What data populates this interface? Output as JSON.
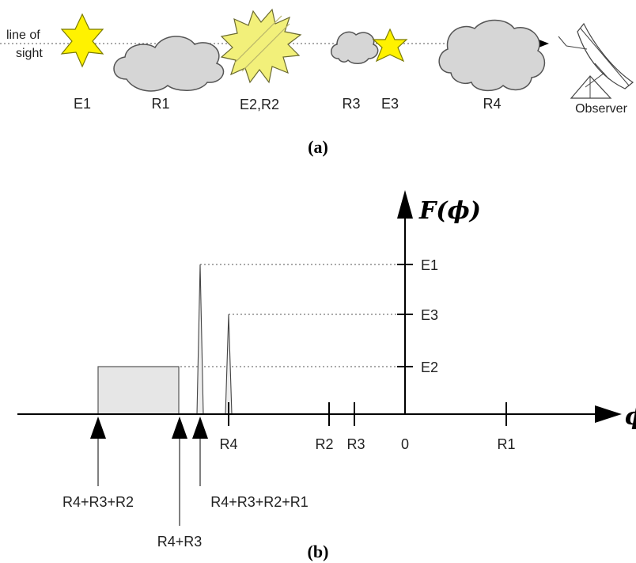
{
  "panel_a": {
    "line_of_sight_label_1": "line of",
    "line_of_sight_label_2": "sight",
    "objects": [
      {
        "label": "E1",
        "kind": "emitter",
        "icon": "star-icon"
      },
      {
        "label": "R1",
        "kind": "rotator",
        "icon": "cloud-icon"
      },
      {
        "label": "E2,R2",
        "kind": "emitter-rotator",
        "icon": "burst-icon"
      },
      {
        "label": "R3",
        "kind": "rotator",
        "icon": "cloud-icon"
      },
      {
        "label": "E3",
        "kind": "emitter",
        "icon": "star-icon"
      },
      {
        "label": "R4",
        "kind": "rotator",
        "icon": "cloud-icon"
      },
      {
        "label": "Observer",
        "kind": "observer",
        "icon": "radio-telescope-icon"
      }
    ],
    "caption": "(a)"
  },
  "panel_b": {
    "y_axis_title": "F(ϕ)",
    "x_axis_title": "ϕ",
    "y_ticks": [
      "E1",
      "E3",
      "E2"
    ],
    "x_ticks": [
      "R4",
      "R2",
      "R3",
      "0",
      "R1"
    ],
    "arrow_labels": [
      "R4+R3+R2",
      "R4+R3",
      "R4+R3+R2+R1"
    ],
    "caption": "(b)"
  },
  "colors": {
    "star": "#fff200",
    "burst": "#f2f07a",
    "cloud": "#d6d6d6",
    "box": "#e6e6e6"
  }
}
